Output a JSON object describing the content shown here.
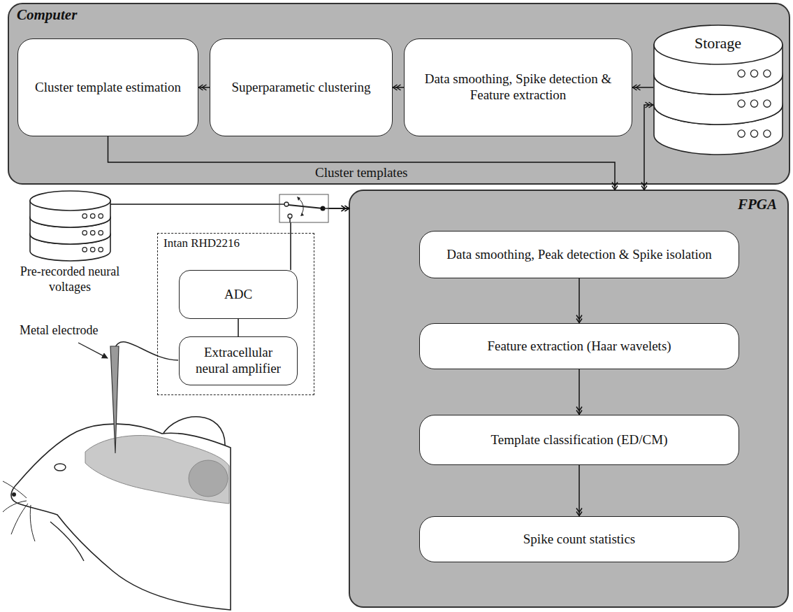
{
  "diagram": {
    "nodes": [
      {
        "text": [
          "Computer"
        ]
      },
      {
        "text": [
          "Cluster template estimation"
        ],
        "in": 0
      },
      {
        "text": [
          "Superparametic clustering"
        ],
        "in": 0
      },
      {
        "text": [
          "Data smoothing, Spike detection & Feature extraction"
        ],
        "in": 0
      },
      {
        "text": [
          "Storage"
        ],
        "in": 0
      },
      {
        "text": [
          "Pre-recorded neural voltages"
        ]
      },
      {
        "text": [
          "Intan RHD2216"
        ]
      },
      {
        "text": [
          "ADC"
        ],
        "in": 6
      },
      {
        "text": [
          "Extracellular neural amplifier"
        ],
        "in": 6
      },
      {
        "text": [
          "FPGA"
        ]
      },
      {
        "text": [
          "Data smoothing, Peak detection & Spike isolation"
        ],
        "in": 9
      },
      {
        "text": [
          "Feature extraction (Haar wavelets)"
        ],
        "in": 9
      },
      {
        "text": [
          "Template classification (ED/CM)"
        ],
        "in": 9
      },
      {
        "text": [
          "Spike count statistics"
        ],
        "in": 9
      }
    ],
    "edges": [
      {
        "from": 4,
        "to": 3,
        "arrow": "to"
      },
      {
        "from": 3,
        "to": 2,
        "arrow": "to"
      },
      {
        "from": 2,
        "to": 1,
        "arrow": "to"
      },
      {
        "from": 1,
        "to": 9,
        "arrow": "to",
        "label": "Cluster templates"
      },
      {
        "from": 9,
        "to": 4,
        "arrow": "both"
      },
      {
        "from": 5,
        "to": 9,
        "arrow": "to"
      },
      {
        "from": 7,
        "to": 9,
        "arrow": "to"
      },
      {
        "from": 8,
        "to": 7,
        "arrow": "none"
      },
      {
        "from": 10,
        "to": 11,
        "arrow": "to"
      },
      {
        "from": 11,
        "to": 12,
        "arrow": "to"
      },
      {
        "from": 12,
        "to": 13,
        "arrow": "to"
      }
    ],
    "labels": [
      "Metal electrode"
    ]
  }
}
